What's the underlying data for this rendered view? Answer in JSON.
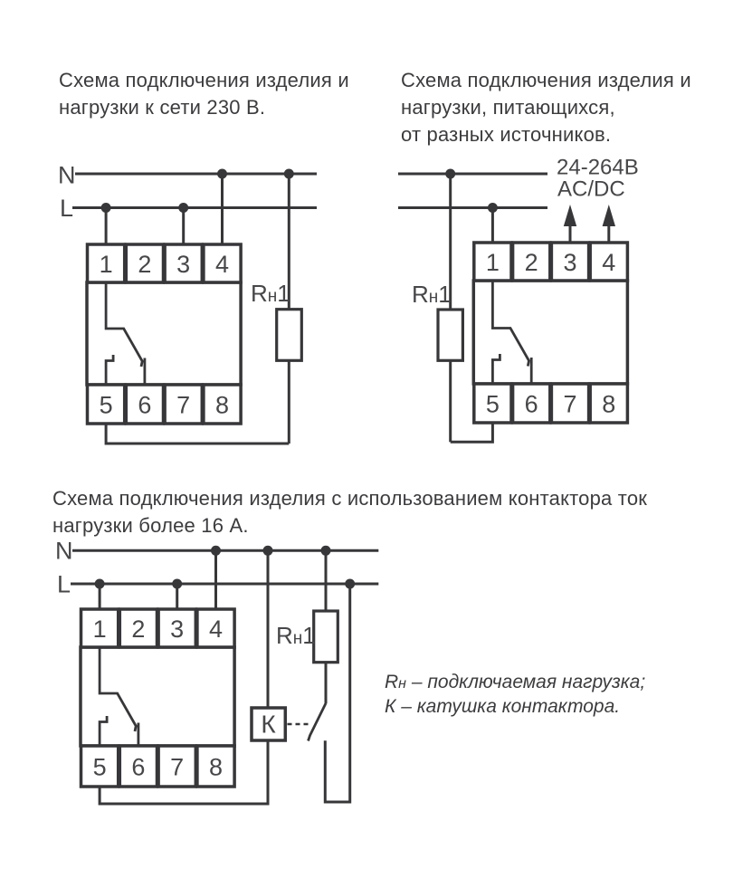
{
  "colors": {
    "line": "#37373a",
    "text": "#47474a",
    "title": "#3c3c3f",
    "background": "#ffffff"
  },
  "diagram1": {
    "title_lines": [
      "Схема подключения изделия и",
      "нагрузки к сети 230 В."
    ],
    "neutral_label": "N",
    "line_label": "L",
    "terminals_top": [
      "1",
      "2",
      "3",
      "4"
    ],
    "terminals_bottom": [
      "5",
      "6",
      "7",
      "8"
    ],
    "load_label": {
      "main": "R",
      "sub": "н",
      "index": "1"
    }
  },
  "diagram2": {
    "title_lines": [
      "Схема подключения изделия и",
      "нагрузки, питающихся,",
      "от разных источников."
    ],
    "supply_voltage": "24-264В",
    "supply_type": "AC/DC",
    "terminals_top": [
      "1",
      "2",
      "3",
      "4"
    ],
    "terminals_bottom": [
      "5",
      "6",
      "7",
      "8"
    ],
    "load_label": {
      "main": "R",
      "sub": "н",
      "index": "1"
    }
  },
  "diagram3": {
    "title_lines": [
      "Схема подключения изделия с использованием контактора ток",
      "нагрузки более 16 А."
    ],
    "neutral_label": "N",
    "line_label": "L",
    "terminals_top": [
      "1",
      "2",
      "3",
      "4"
    ],
    "terminals_bottom": [
      "5",
      "6",
      "7",
      "8"
    ],
    "load_label": {
      "main": "R",
      "sub": "н",
      "index": "1"
    },
    "contactor_coil_label": "К"
  },
  "legend": {
    "line1": {
      "main": "R",
      "sub": "н",
      "rest": " – подключаемая нагрузка;"
    },
    "line2": "К – катушка контактора."
  }
}
